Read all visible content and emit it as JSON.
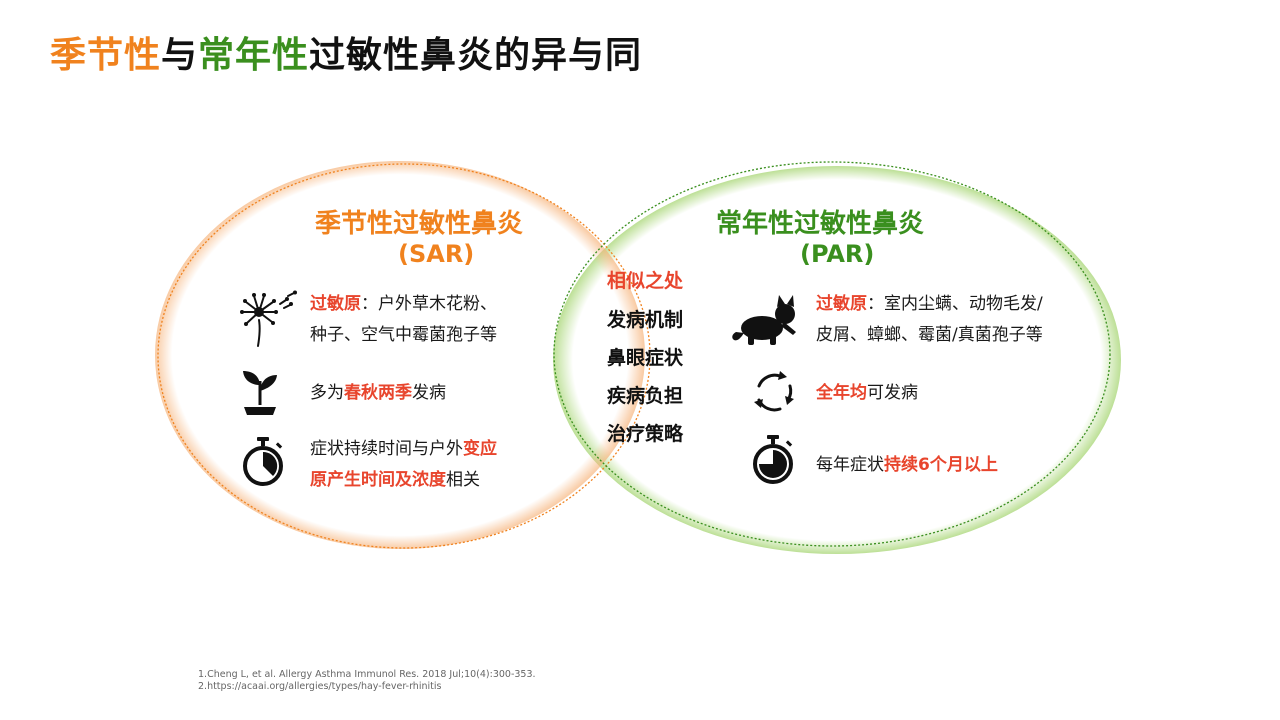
{
  "title": {
    "part1": "季节性",
    "part2": "与",
    "part3": "常年性",
    "part4": "过敏性鼻炎的异与同"
  },
  "left": {
    "title": "季节性过敏性鼻炎",
    "abbr": "(SAR)",
    "row1": {
      "hl": "过敏原",
      "line1": "：户外草木花粉、",
      "line2": "种子、空气中霉菌孢子等"
    },
    "row2": {
      "pre": "多为",
      "hl": "春秋两季",
      "post": "发病"
    },
    "row3": {
      "line1a": "症状持续时间与户外",
      "line1b": "变应",
      "line2a": "原产生时间及浓度",
      "line2b": "相关"
    }
  },
  "right": {
    "title": "常年性过敏性鼻炎",
    "abbr": "(PAR)",
    "row1": {
      "hl": "过敏原",
      "line1": "：室内尘螨、动物毛发/",
      "line2": "皮屑、蟑螂、霉菌/真菌孢子等"
    },
    "row2": {
      "hl": "全年均",
      "post": "可发病"
    },
    "row3": {
      "pre": "每年症状",
      "hl": "持续6个月以上"
    }
  },
  "middle": {
    "heading": "相似之处",
    "items": [
      "发病机制",
      "鼻眼症状",
      "疾病负担",
      "治疗策略"
    ]
  },
  "references": [
    "1.Cheng L, et al. Allergy Asthma Immunol Res. 2018 Jul;10(4):300-353.",
    "2.https://acaai.org/allergies/types/hay-fever-rhinitis"
  ],
  "icons": [
    "dandelion-icon",
    "sprout-icon",
    "stopwatch-icon",
    "cat-icon",
    "cycle-arrows-icon",
    "stopwatch-icon"
  ],
  "colors": {
    "seasonal": "#f0821e",
    "perennial": "#3a8f1e",
    "highlight": "#e8452d"
  }
}
